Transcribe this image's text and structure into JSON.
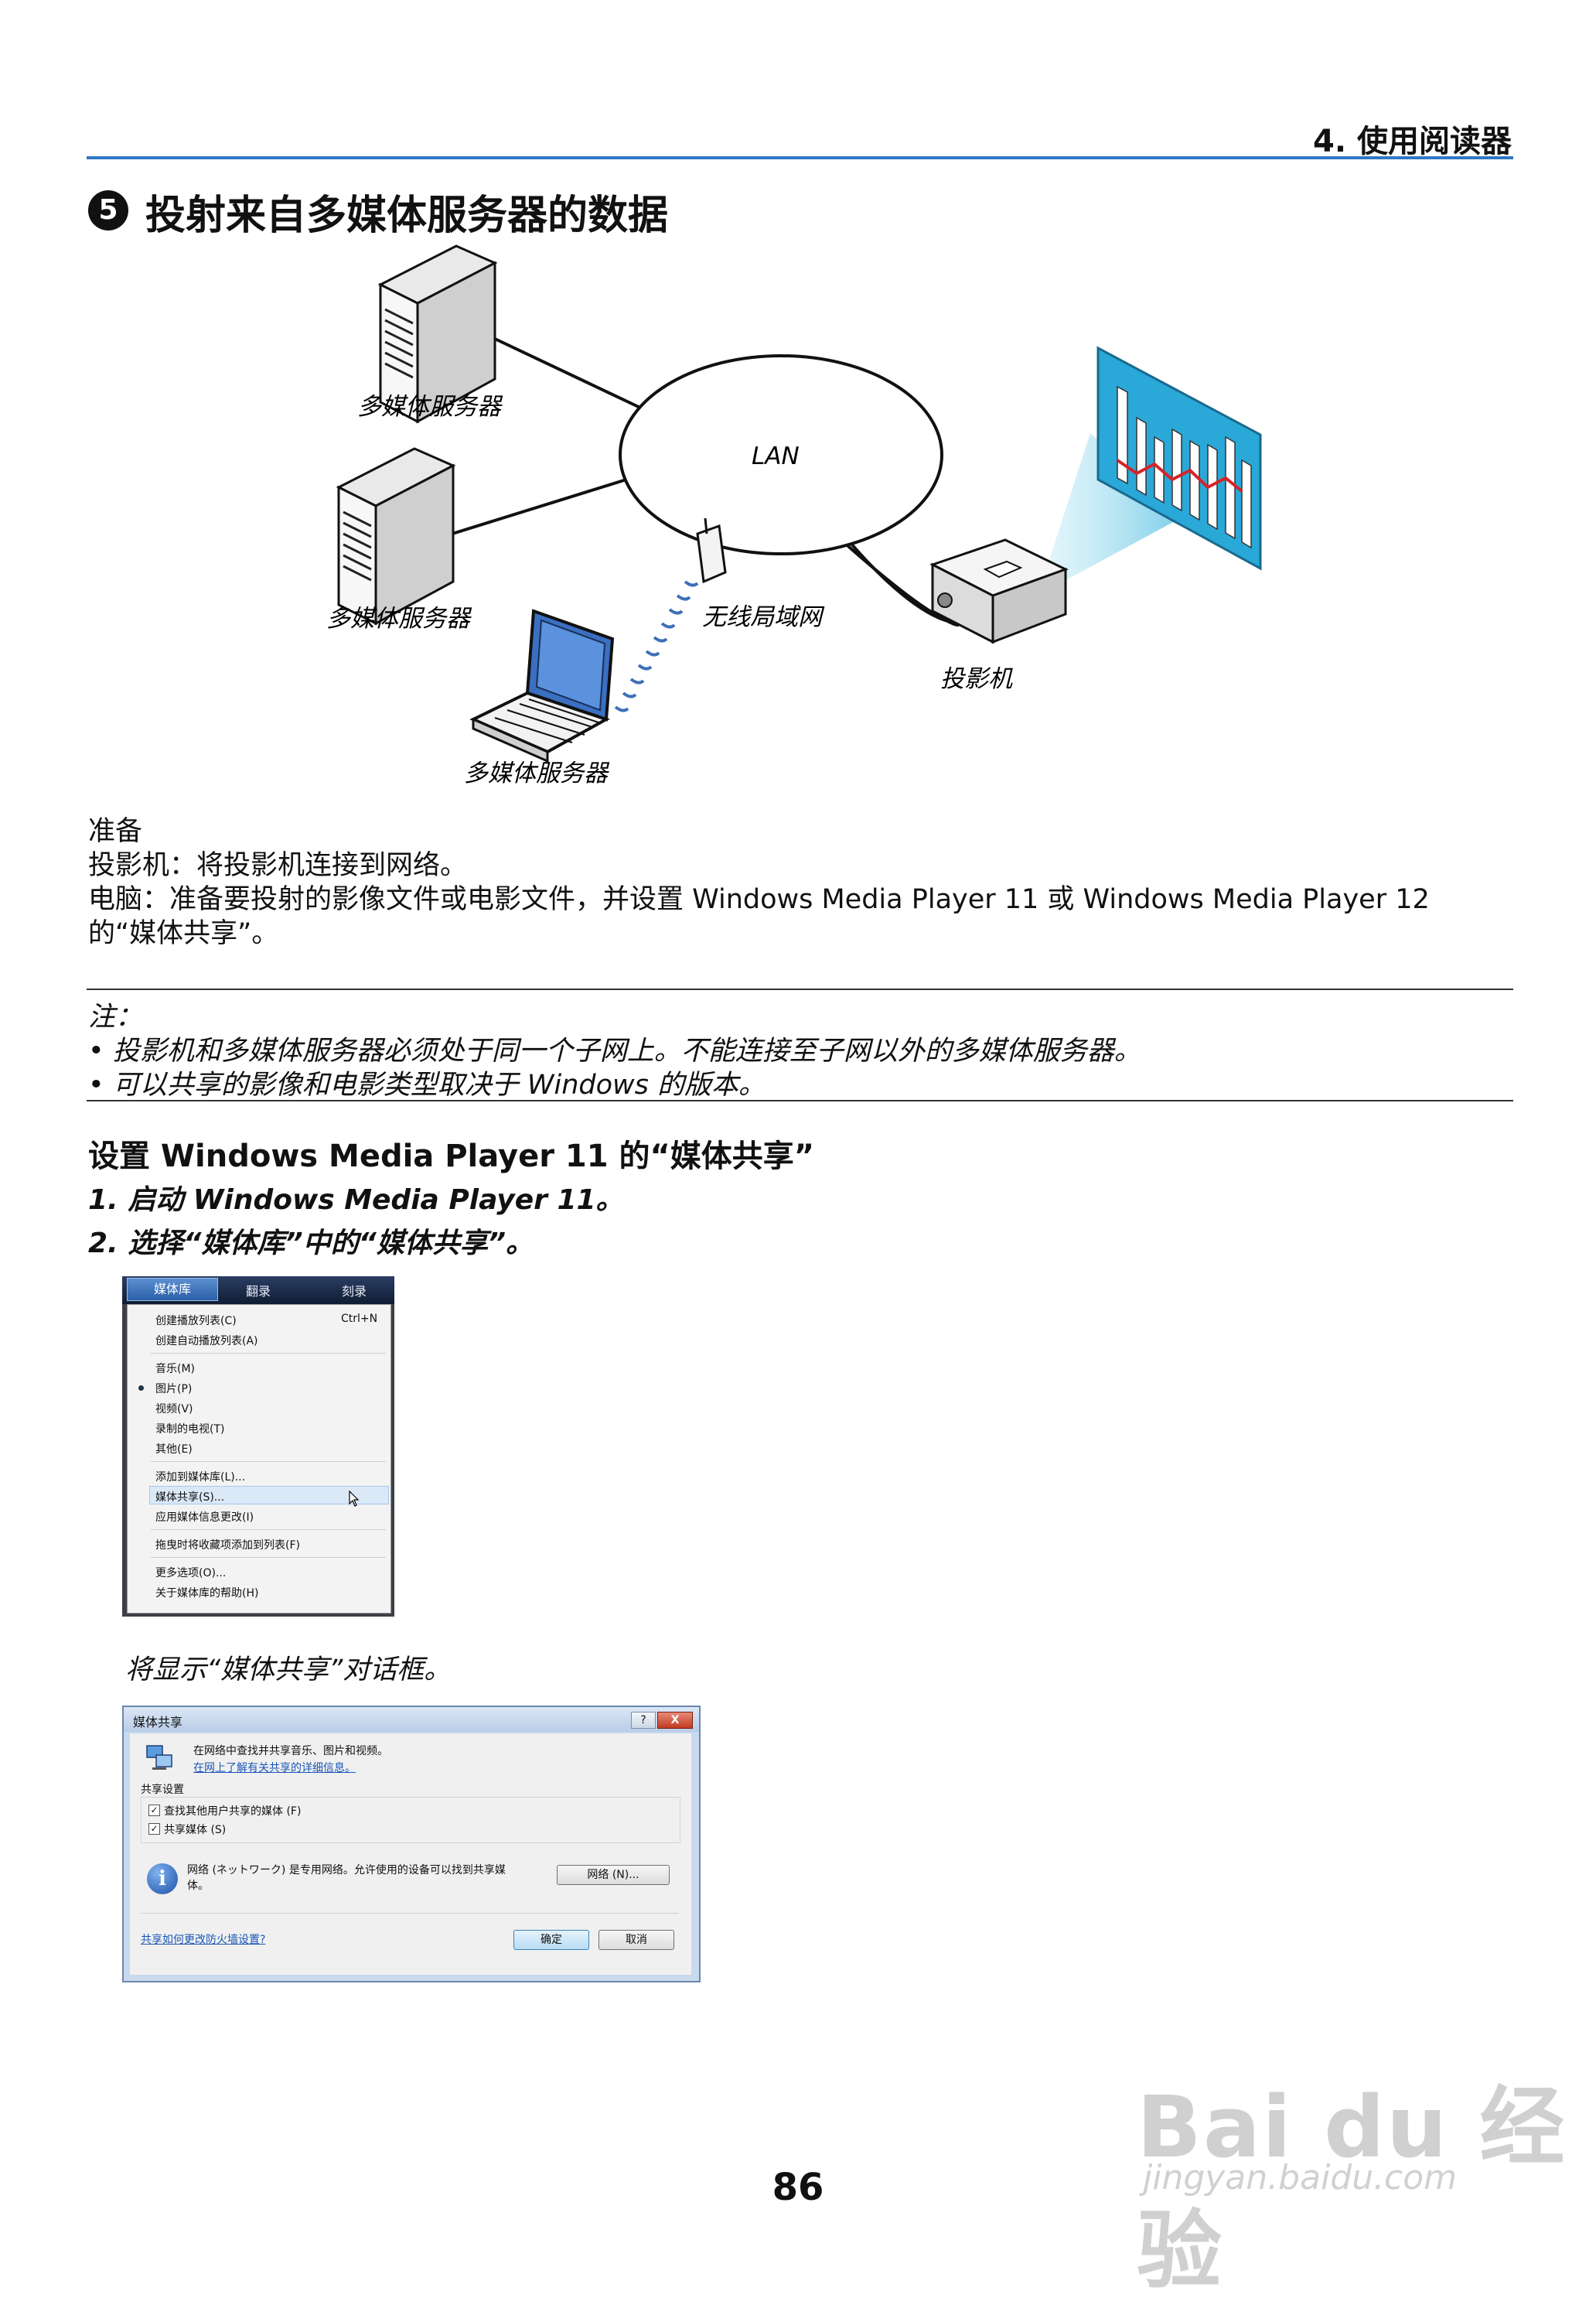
{
  "header": {
    "chapter": "4. 使用阅读器"
  },
  "section": {
    "number": "5",
    "title": "投射来自多媒体服务器的数据"
  },
  "diagram": {
    "server1_label": "多媒体服务器",
    "server2_label": "多媒体服务器",
    "laptop_label": "多媒体服务器",
    "lan_label": "LAN",
    "wireless_label": "无线局域网",
    "projector_label": "投影机"
  },
  "prep": {
    "heading": "准备",
    "line1": "投影机：将投影机连接到网络。",
    "line2": "电脑：准备要投射的影像文件或电影文件，并设置 Windows Media Player 11 或 Windows Media Player 12",
    "line3": "的“媒体共享”。"
  },
  "note": {
    "heading": "注：",
    "bullets": [
      "• 投影机和多媒体服务器必须处于同一个子网上。不能连接至子网以外的多媒体服务器。",
      "• 可以共享的影像和电影类型取决于 Windows 的版本。"
    ]
  },
  "setup": {
    "heading": "设置 Windows Media Player 11 的“媒体共享”",
    "step1": "1. 启动 Windows Media Player 11。",
    "step2": "2. 选择“媒体库”中的“媒体共享”。",
    "caption": "将显示“媒体共享”对话框。"
  },
  "menu_shot": {
    "tabs": [
      "媒体库",
      "翻录",
      "刻录"
    ],
    "items": [
      "创建播放列表(C)",
      "创建自动播放列表(A)",
      "音乐(M)",
      "图片(P)",
      "视频(V)",
      "录制的电视(T)",
      "其他(E)",
      "添加到媒体库(L)...",
      "媒体共享(S)...",
      "应用媒体信息更改(I)",
      "拖曳时将收藏项添加到列表(F)",
      "更多选项(O)...",
      "关于媒体库的帮助(H)"
    ],
    "shortcut": "Ctrl+N"
  },
  "dialog_shot": {
    "title": "媒体共享",
    "help_btn": "?",
    "close_btn": "X",
    "desc": "在网络中查找并共享音乐、图片和视频。",
    "learn_link": "在网上了解有关共享的详细信息。",
    "group_label": "共享设置",
    "check1": "查找其他用户共享的媒体 (F)",
    "check2": "共享媒体 (S)",
    "network_text_1": "网络 (ネットワーク) 是专用网络。允许使用的设备可以找到共享媒",
    "network_text_2": "体。",
    "network_btn": "网络 (N)...",
    "firewall_link": "共享如何更改防火墙设置?",
    "ok_btn": "确定",
    "cancel_btn": "取消"
  },
  "page_number": "86",
  "watermark": {
    "brand": "Bai du 经验",
    "url": "jingyan.baidu.com"
  }
}
